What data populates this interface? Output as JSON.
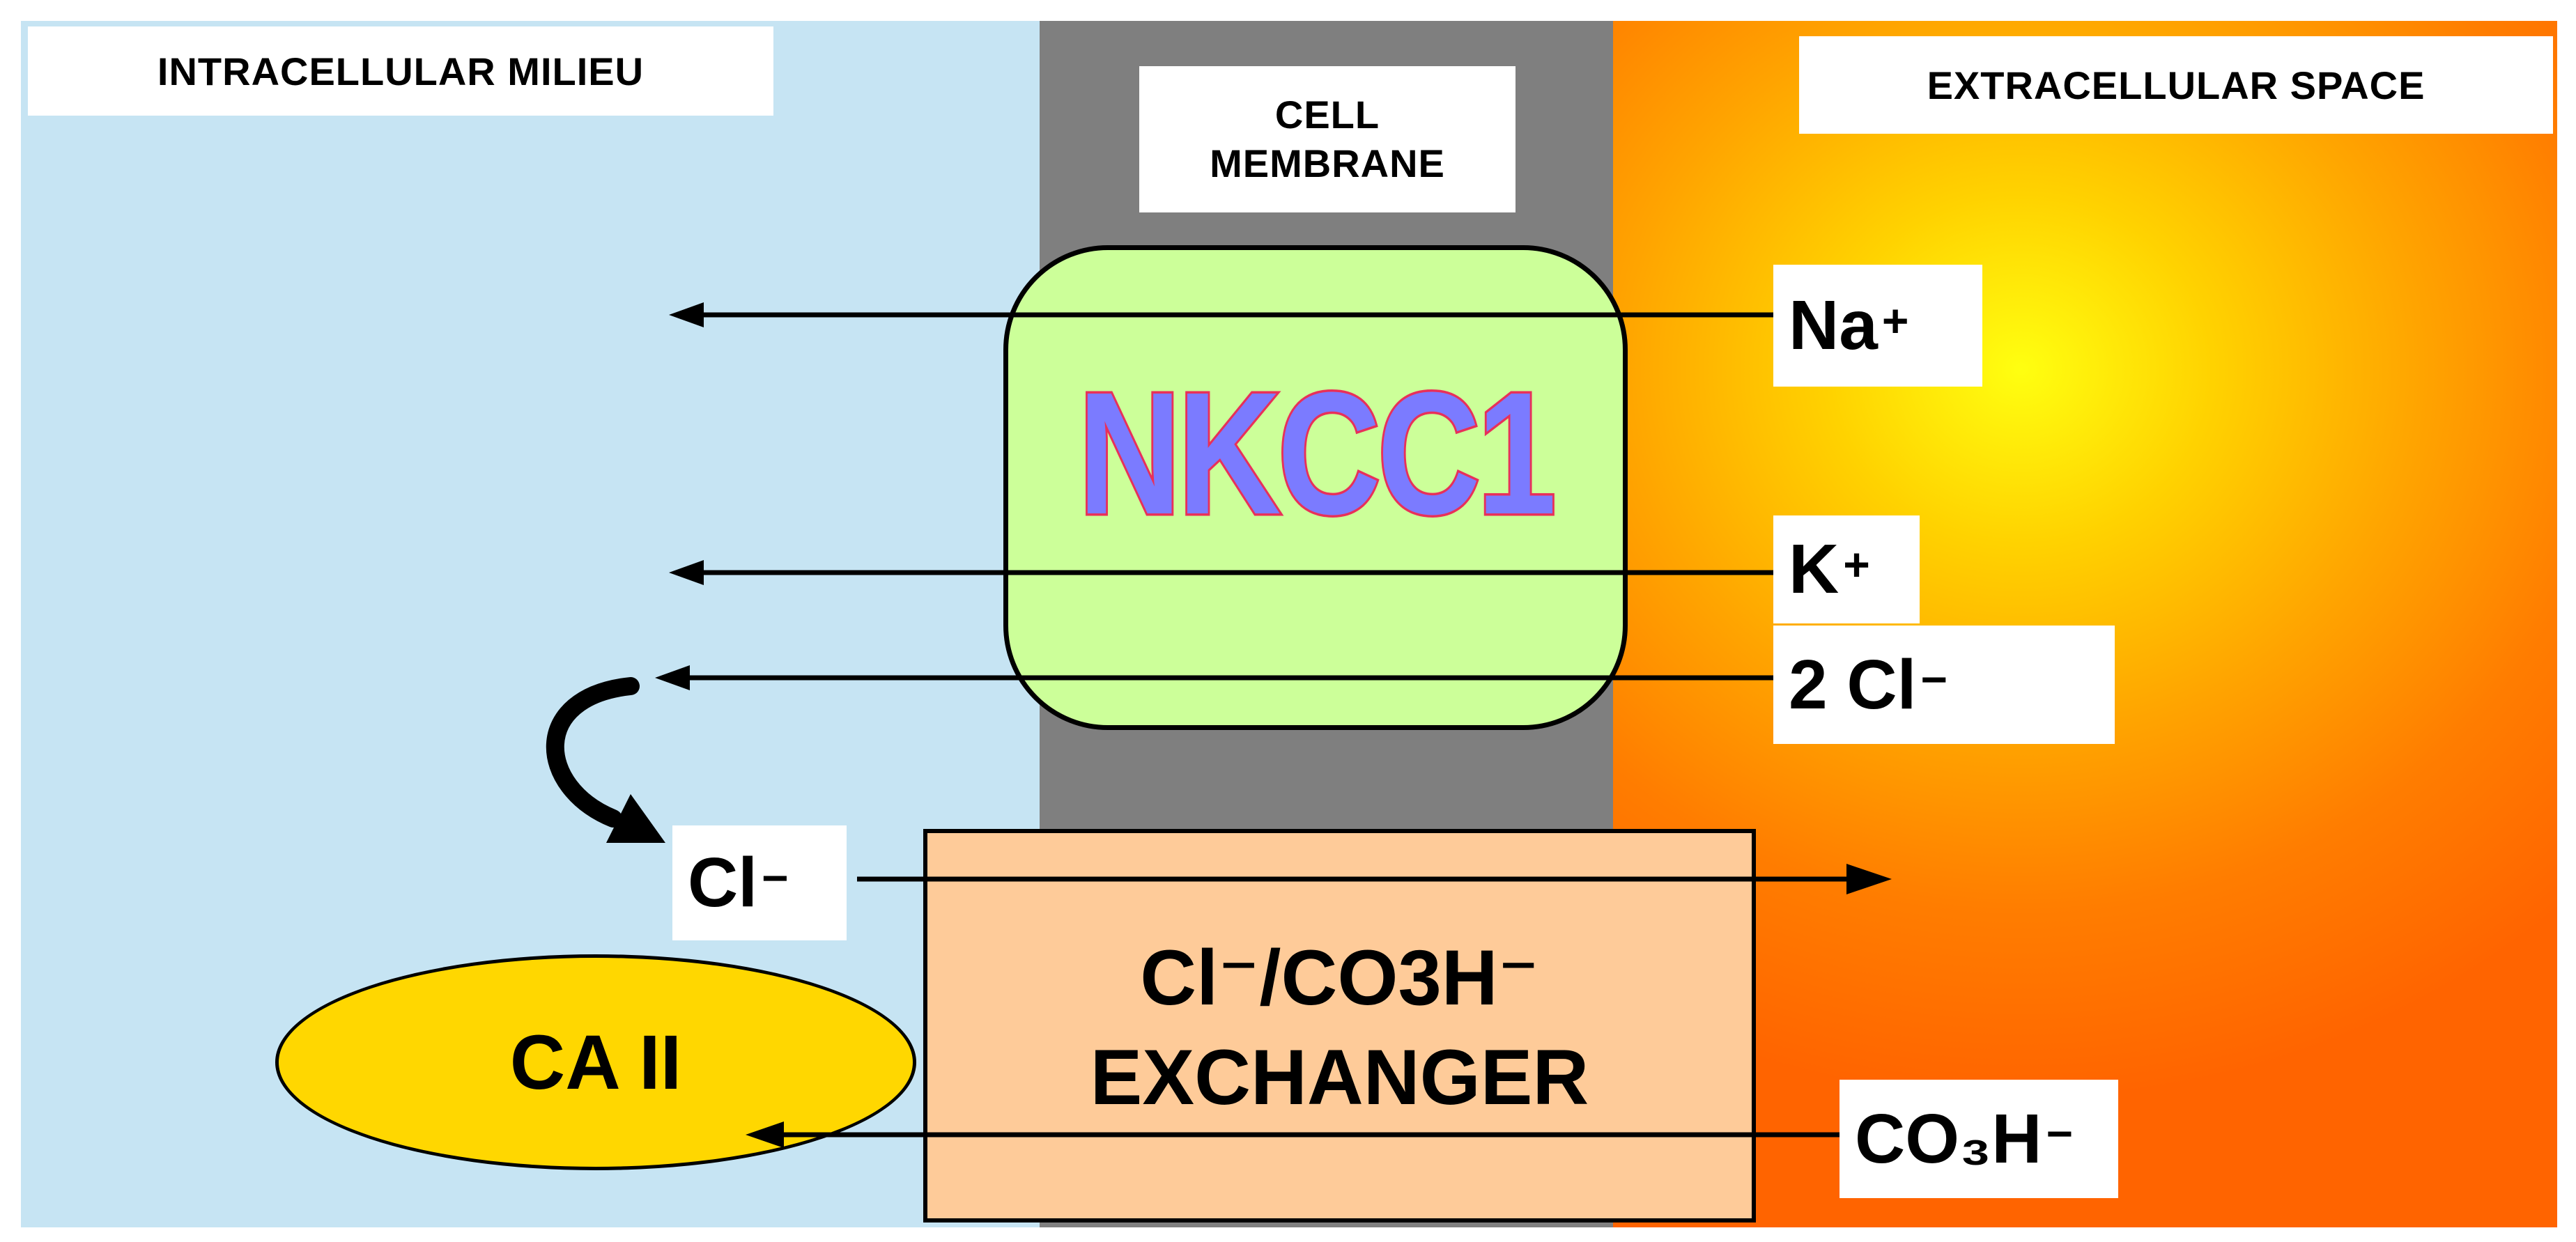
{
  "zones": {
    "intracellular": "INTRACELLULAR MILIEU",
    "membrane_line1": "CELL",
    "membrane_line2": "MEMBRANE",
    "extracellular": "EXTRACELLULAR SPACE"
  },
  "transporters": {
    "nkcc1": "NKCC1",
    "exchanger_line1": "Cl⁻/CO3H⁻",
    "exchanger_line2": "EXCHANGER",
    "carbonic_anhydrase": "CA II"
  },
  "ions": {
    "sodium": {
      "symbol": "Na",
      "charge": "+"
    },
    "potassium": {
      "symbol": "K",
      "charge": "+"
    },
    "chloride_2": {
      "symbol": "2 Cl",
      "charge": "−"
    },
    "chloride_intracellular": {
      "symbol": "Cl",
      "charge": "−"
    },
    "bicarbonate": {
      "symbol": "CO₃H",
      "charge": "−"
    }
  },
  "colors": {
    "intracellular_bg": "#c6e4f3",
    "membrane_bg": "#7f7f7f",
    "nkcc1_fill": "#ccff99",
    "nkcc1_text": "#7b7bff",
    "nkcc1_text_outline": "#e8305a",
    "exchanger_fill": "#fecb99",
    "ca2_fill": "#ffd700",
    "extracellular_center": "#ffff00",
    "extracellular_edge": "#ff6200"
  }
}
